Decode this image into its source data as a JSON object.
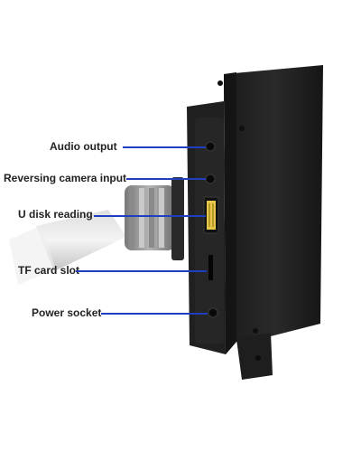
{
  "labels": {
    "audio_output": "Audio output",
    "reversing_camera_input": "Reversing camera input",
    "u_disk_reading": "U disk reading",
    "tf_card_slot": "TF card slot",
    "power_socket": "Power socket"
  },
  "colors": {
    "leader_line": "#1f3fbf",
    "label_text": "#222222",
    "device_body": "#1c1c1c",
    "mount_arm": "#9a9a9a",
    "usb_port": "#e8c84a"
  }
}
